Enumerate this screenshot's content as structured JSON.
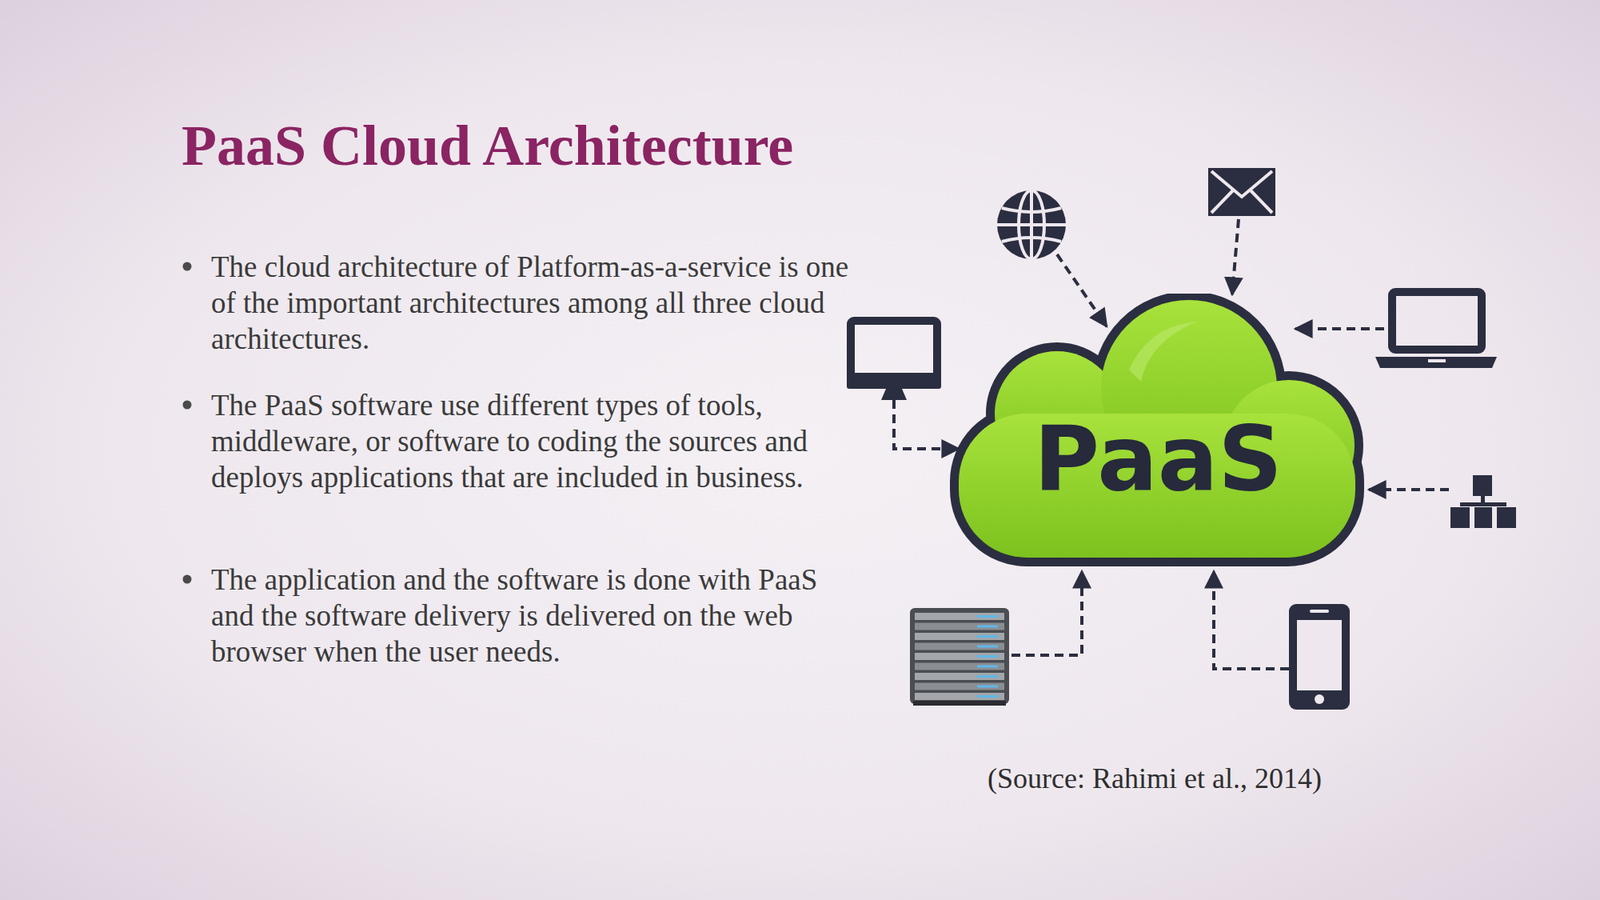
{
  "diagram": {
    "title": "PaaS Cloud Architecture",
    "nodes": [
      {
        "text": [
          "PaaS"
        ]
      }
    ],
    "labels": [
      "The cloud architecture of Platform-as-a-service is one of the important architectures among all three cloud architectures.",
      "The PaaS software use different types of tools, middleware, or software to coding the sources and deploys applications that are included in business.",
      "The application and the software is done with PaaS and the software delivery is delivered on the web browser when the user needs."
    ],
    "caption": "(Source: Rahimi et al., 2014)"
  }
}
